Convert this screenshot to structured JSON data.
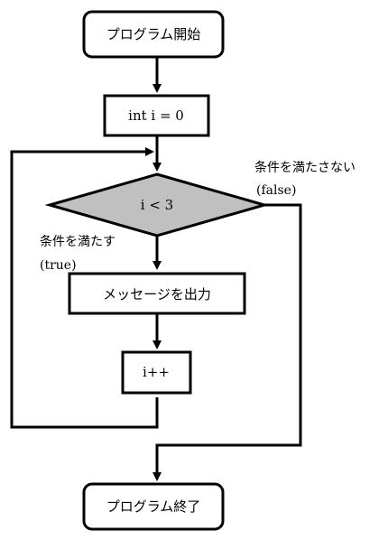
{
  "nodes": {
    "start": "プログラム開始",
    "init": "int i = 0",
    "condition": "i < 3",
    "output": "メッセージを出力",
    "increment": "i++",
    "end": "プログラム終了"
  },
  "branches": {
    "false_label": "条件を満たさない",
    "false_value": "(false)",
    "true_label": "条件を満たす",
    "true_value": "(true)"
  },
  "colors": {
    "decision_fill": "#c0c0c0",
    "stroke": "#000000",
    "box_fill": "#ffffff"
  }
}
